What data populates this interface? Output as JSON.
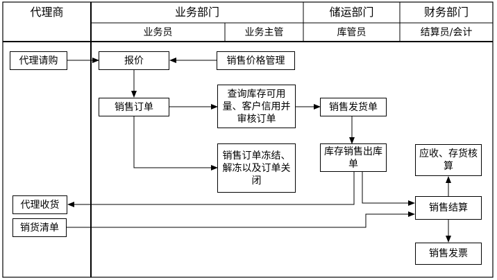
{
  "header": {
    "agent": "代理商",
    "business_dept": "业务部门",
    "logistics_dept": "储运部门",
    "finance_dept": "财务部门",
    "roles": {
      "salesperson": "业务员",
      "sales_supervisor": "业务主管",
      "warehouse_keeper": "库管员",
      "accountant": "结算员/会计"
    }
  },
  "nodes": {
    "agent_purchase_request": "代理请购",
    "quotation": "报价",
    "sales_price_management": "销售价格管理",
    "sales_order": "销售订单",
    "check_inventory_credit": "查询库存可用量、客户信用并审核订单",
    "sales_delivery_order": "销售发货单",
    "order_freeze_unfreeze_close": "销售订单冻结、解冻以及订单关闭",
    "inventory_sales_outbound": "库存销售出库单",
    "receivable_inventory_accounting": "应收、存货核算",
    "agent_receipt": "代理收货",
    "sales_settlement": "销售结算",
    "sales_clearance_list": "销货清单",
    "sales_invoice": "销售发票"
  }
}
